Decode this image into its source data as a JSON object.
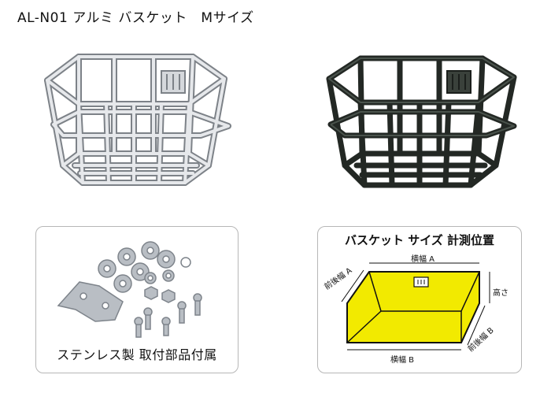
{
  "header": {
    "title": "AL-N01 アルミ バスケット　Mサイズ"
  },
  "products": [
    {
      "name": "silver-basket",
      "color": "#c9ccd1"
    },
    {
      "name": "black-basket",
      "color": "#2c322d"
    }
  ],
  "parts_panel": {
    "caption": "ステンレス製 取付部品付属"
  },
  "measure_panel": {
    "title": "バスケット サイズ 計測位置",
    "labels": {
      "width_a": "横幅 A",
      "width_b": "横幅 B",
      "height": "高さ",
      "depth_a": "前後幅 A",
      "depth_b": "前後幅 B"
    },
    "fill_color": "#f2ea00"
  }
}
